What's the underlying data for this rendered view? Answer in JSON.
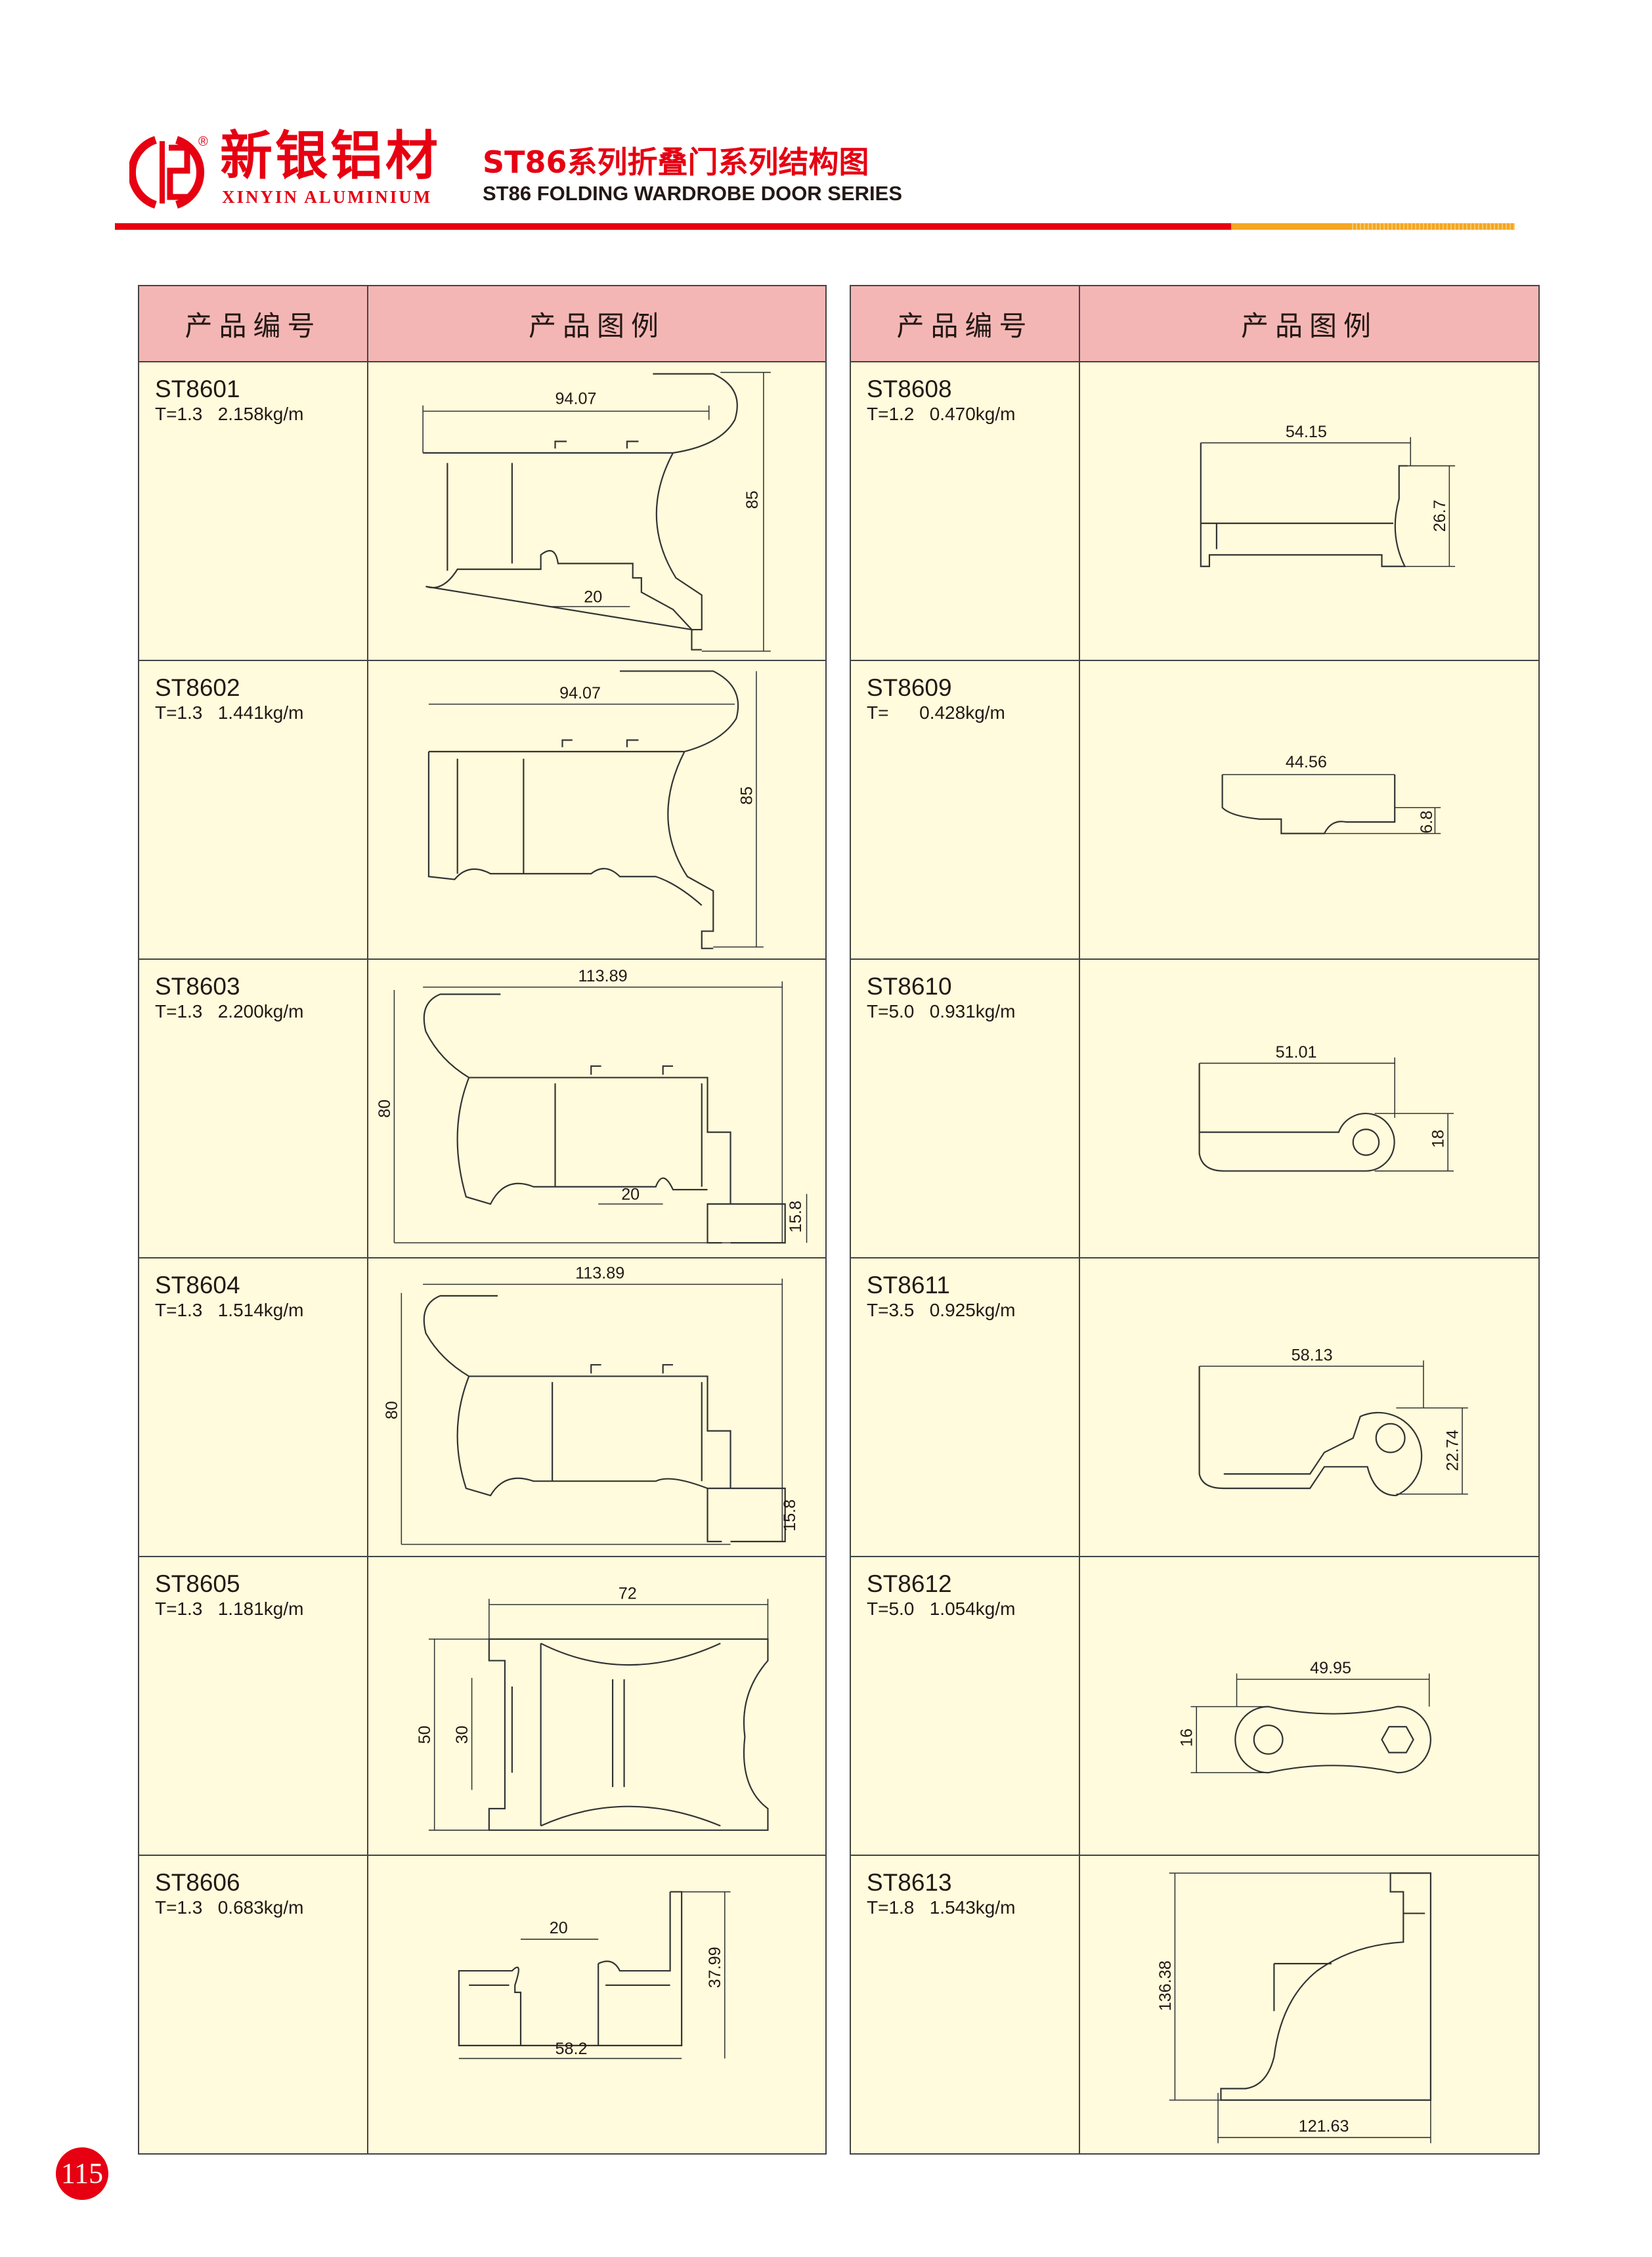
{
  "header": {
    "logo_cn": "新银铝材",
    "logo_en": "XINYIN ALUMINIUM",
    "registered": "®",
    "title_cn": "ST86系列折叠门系列结构图",
    "title_en": "ST86 FOLDING WARDROBE DOOR SERIES"
  },
  "colors": {
    "brand_red": "#e60012",
    "header_pink": "#f4b6b4",
    "cell_bg": "#fffbdc",
    "accent_orange": "#f5a623"
  },
  "table": {
    "col_code": "产品编号",
    "col_drawing": "产品图例"
  },
  "left": [
    {
      "code": "ST8601",
      "spec": "T=1.3   2.158kg/m",
      "dims": [
        "94.07",
        "85",
        "20"
      ]
    },
    {
      "code": "ST8602",
      "spec": "T=1.3   1.441kg/m",
      "dims": [
        "94.07",
        "85"
      ]
    },
    {
      "code": "ST8603",
      "spec": "T=1.3   2.200kg/m",
      "dims": [
        "113.89",
        "80",
        "15.8",
        "20"
      ]
    },
    {
      "code": "ST8604",
      "spec": "T=1.3   1.514kg/m",
      "dims": [
        "113.89",
        "80",
        "15.8"
      ]
    },
    {
      "code": "ST8605",
      "spec": "T=1.3   1.181kg/m",
      "dims": [
        "72",
        "50",
        "30"
      ]
    },
    {
      "code": "ST8606",
      "spec": "T=1.3   0.683kg/m",
      "dims": [
        "20",
        "37.99",
        "58.2"
      ]
    }
  ],
  "right": [
    {
      "code": "ST8608",
      "spec": "T=1.2   0.470kg/m",
      "dims": [
        "54.15",
        "26.7"
      ]
    },
    {
      "code": "ST8609",
      "spec": "T=      0.428kg/m",
      "dims": [
        "44.56",
        "6.8"
      ]
    },
    {
      "code": "ST8610",
      "spec": "T=5.0   0.931kg/m",
      "dims": [
        "51.01",
        "18"
      ]
    },
    {
      "code": "ST8611",
      "spec": "T=3.5   0.925kg/m",
      "dims": [
        "58.13",
        "22.74"
      ]
    },
    {
      "code": "ST8612",
      "spec": "T=5.0   1.054kg/m",
      "dims": [
        "49.95",
        "16"
      ]
    },
    {
      "code": "ST8613",
      "spec": "T=1.8   1.543kg/m",
      "dims": [
        "136.38",
        "121.63"
      ]
    }
  ],
  "page_number": "115"
}
